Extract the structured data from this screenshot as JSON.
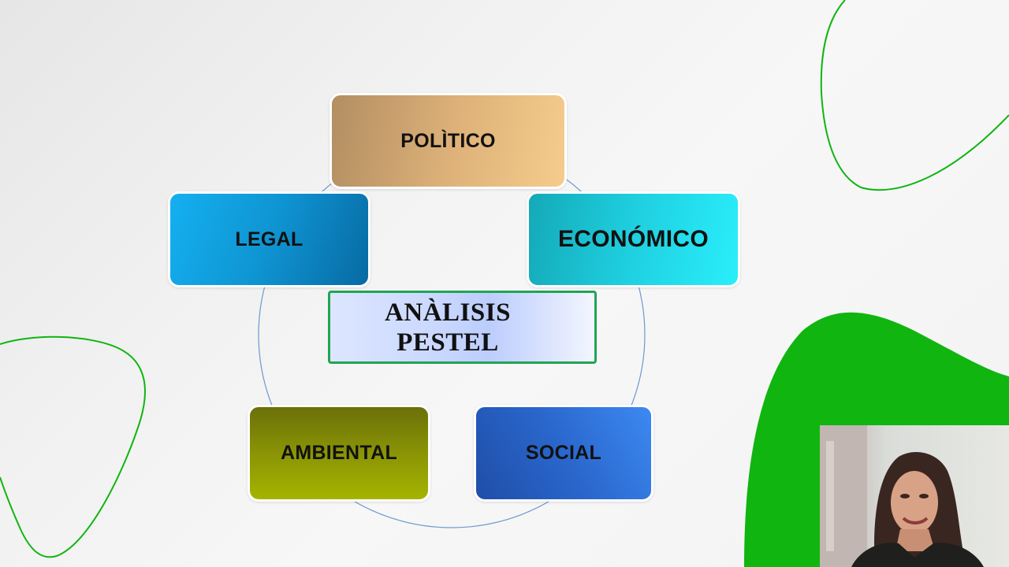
{
  "diagram": {
    "center_label": "ANÀLISIS PESTEL",
    "factors": {
      "politico": "POLÌTICO",
      "economico": "ECONÓMICO",
      "social": "SOCIAL",
      "ambiental": "AMBIENTAL",
      "legal": "LEGAL"
    }
  },
  "colors": {
    "accent_green": "#10b510",
    "center_border": "#21a454",
    "cycle_line": "#6e97cf"
  },
  "webcam": {
    "icon": "presenter-video"
  }
}
